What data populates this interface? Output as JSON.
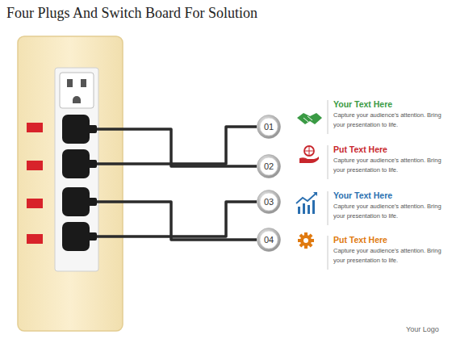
{
  "diagram": {
    "title": "Four Plugs And Switch Board For Solution",
    "nodes": [
      {
        "text": [
          "01"
        ]
      },
      {
        "text": [
          "02"
        ]
      },
      {
        "text": [
          "03"
        ]
      },
      {
        "text": [
          "04"
        ]
      }
    ],
    "labels": [
      "Your Text Here",
      "Capture your audience's attention. Bring your presentation to life.",
      "Put Text Here",
      "Capture your audience's attention. Bring your presentation to life.",
      "Your Text Here",
      "Capture your audience's attention. Bring your presentation to life.",
      "Put Text Here",
      "Capture your audience's attention. Bring your presentation to life.",
      "Your Logo"
    ]
  }
}
